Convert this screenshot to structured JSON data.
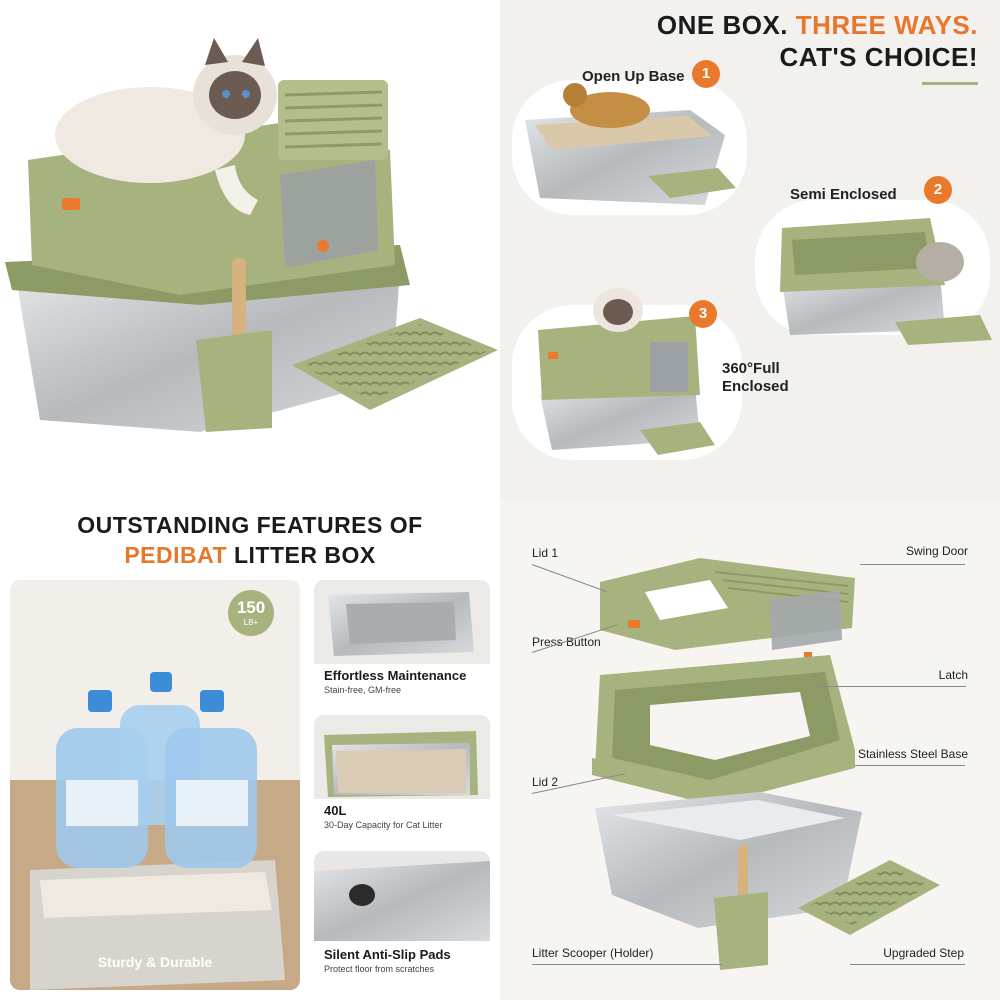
{
  "q2": {
    "header_line1_a": "ONE BOX.",
    "header_line1_b": "THREE WAYS.",
    "header_line2": "CAT'S CHOICE!",
    "options": [
      {
        "num": "1",
        "label": "Open Up Base"
      },
      {
        "num": "2",
        "label": "Semi Enclosed"
      },
      {
        "num": "3",
        "label_line1": "360°Full",
        "label_line2": "Enclosed"
      }
    ]
  },
  "q3": {
    "title_line1": "OUTSTANDING FEATURES OF",
    "title_brand": "PEDIBAT",
    "title_rest": " LITTER BOX",
    "badge_number": "150",
    "badge_unit": "LB+",
    "main_caption": "Sturdy & Durable",
    "features": [
      {
        "title": "Effortless Maintenance",
        "sub": "Stain-free, GM-free"
      },
      {
        "title": "40L",
        "sub": "30-Day Capacity for Cat Litter"
      },
      {
        "title": "Silent Anti-Slip Pads",
        "sub": "Protect floor from scratches"
      }
    ]
  },
  "q4": {
    "parts": {
      "lid1": "Lid 1",
      "swing_door": "Swing Door",
      "press_button": "Press Button",
      "latch": "Latch",
      "stainless_base": "Stainless Steel Base",
      "lid2": "Lid 2",
      "scooper": "Litter Scooper (Holder)",
      "step": "Upgraded Step"
    }
  },
  "colors": {
    "accent_orange": "#e7772c",
    "product_green": "#a7b37f",
    "steel": "#c9ccce"
  }
}
